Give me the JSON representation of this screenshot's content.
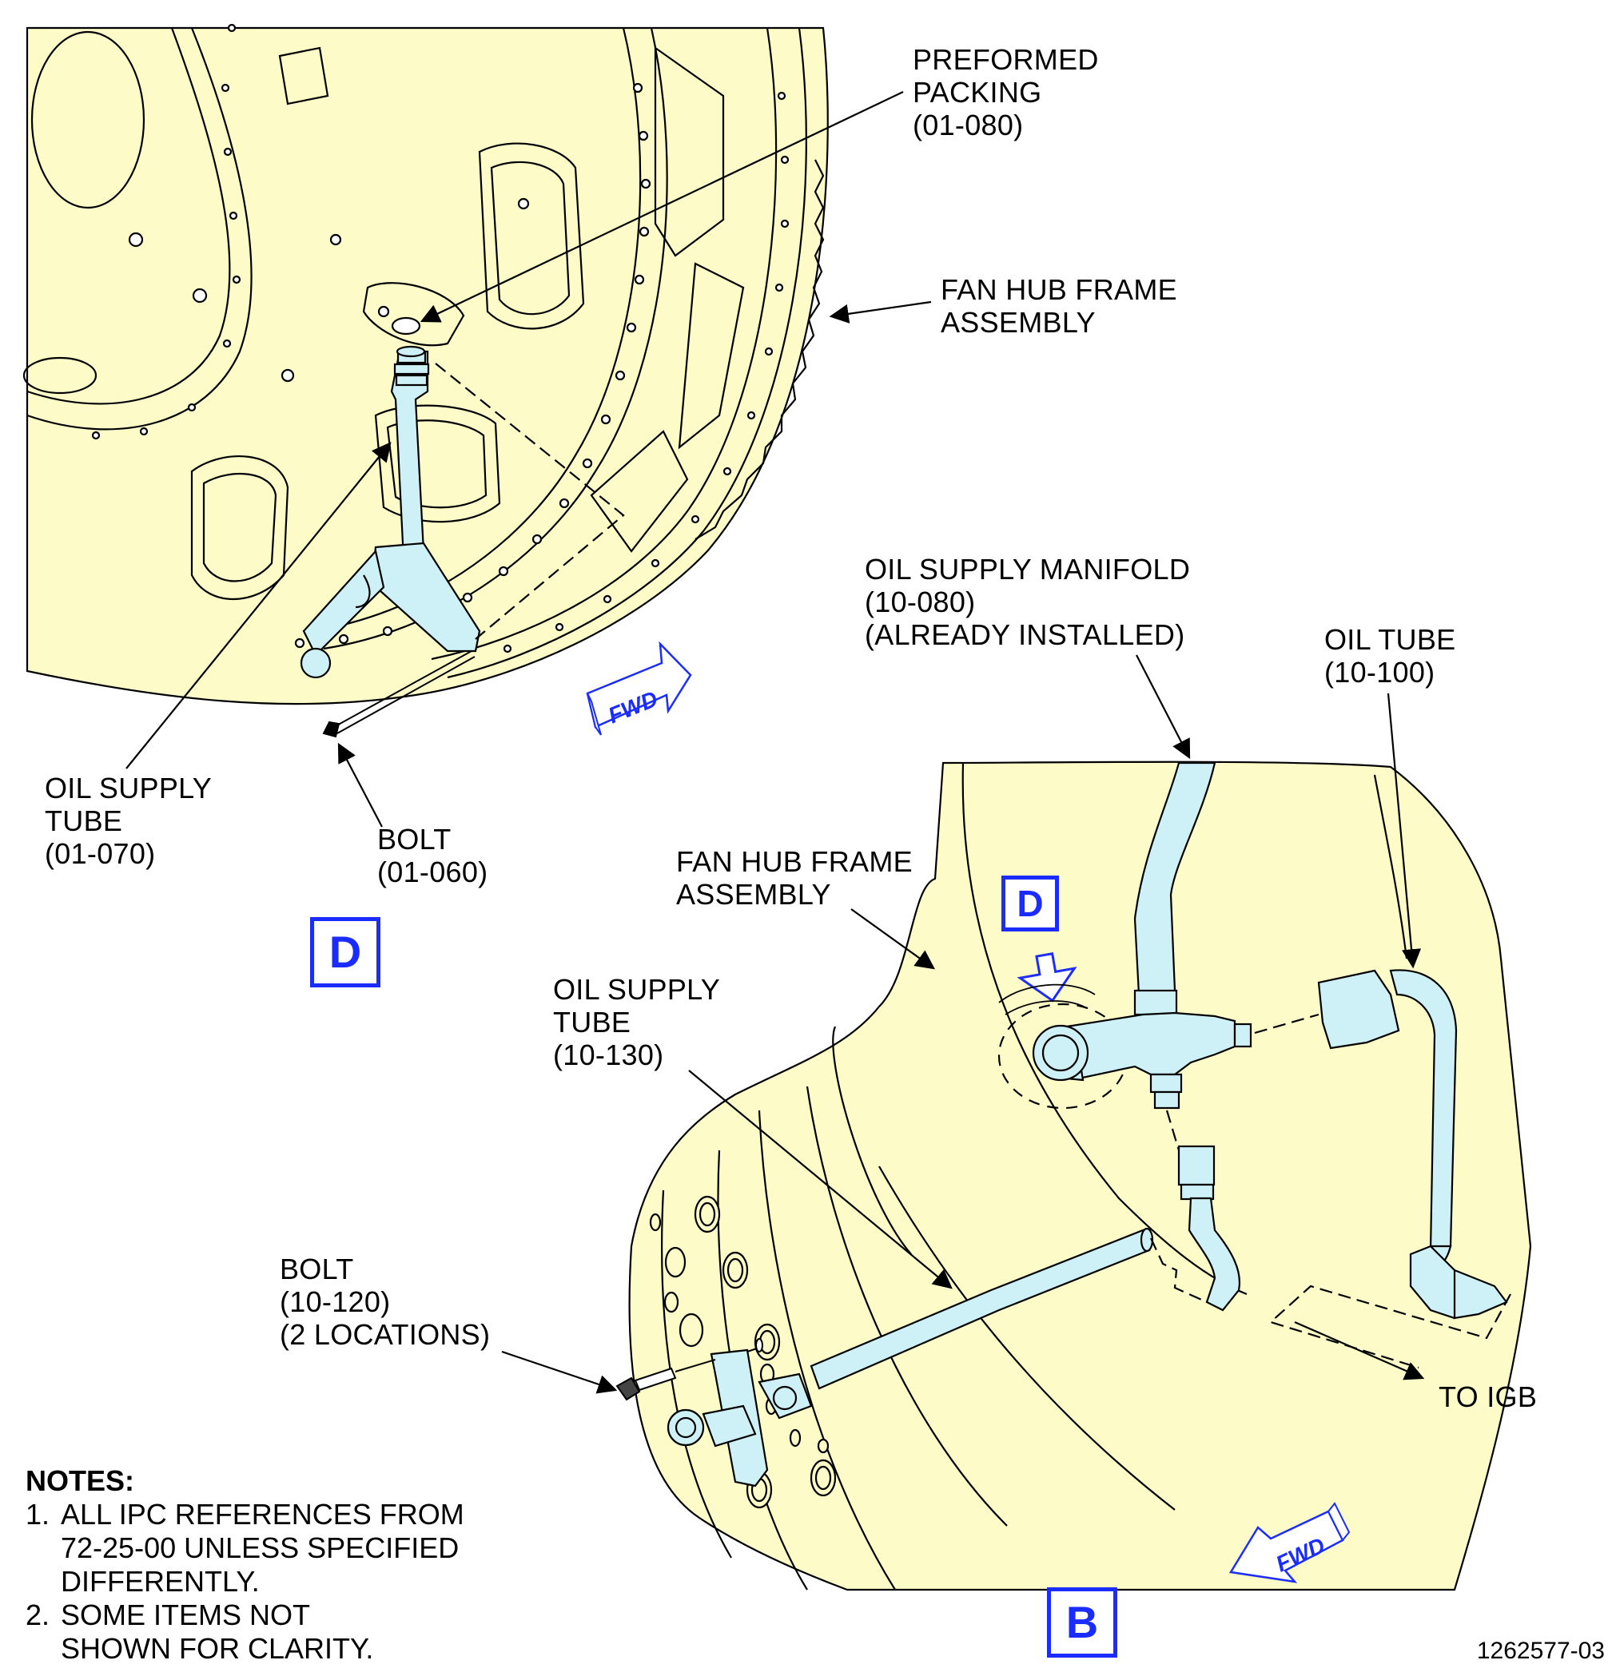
{
  "labels": {
    "preformed_packing": [
      "PREFORMED",
      "PACKING",
      "(01-080)"
    ],
    "fan_hub_frame_top": [
      "FAN HUB FRAME",
      "ASSEMBLY"
    ],
    "oil_supply_manifold": [
      "OIL SUPPLY MANIFOLD",
      "(10-080)",
      "(ALREADY INSTALLED)"
    ],
    "oil_tube": [
      "OIL TUBE",
      "(10-100)"
    ],
    "oil_supply_tube_top": [
      "OIL SUPPLY",
      "TUBE",
      "(01-070)"
    ],
    "bolt_top": [
      "BOLT",
      "(01-060)"
    ],
    "fan_hub_frame_bottom": [
      "FAN HUB FRAME",
      "ASSEMBLY"
    ],
    "oil_supply_tube_bottom": [
      "OIL SUPPLY",
      "TUBE",
      "(10-130)"
    ],
    "bolt_bottom": [
      "BOLT",
      "(10-120)",
      "(2 LOCATIONS)"
    ],
    "to_igb": "TO IGB"
  },
  "views": {
    "top_callout": "D",
    "detail_callout": "D",
    "bottom_callout": "B"
  },
  "direction_arrow": "FWD",
  "notes": {
    "heading": "NOTES:",
    "items": [
      {
        "num": "1.",
        "lines": [
          "ALL IPC REFERENCES FROM",
          "72-25-00 UNLESS SPECIFIED",
          "DIFFERENTLY."
        ]
      },
      {
        "num": "2.",
        "lines": [
          "SOME ITEMS NOT",
          "SHOWN FOR CLARITY."
        ]
      }
    ]
  },
  "figure_number": "1262577-03",
  "colors": {
    "part_fill": "#fdfbc8",
    "tube_fill": "#cdf1f6",
    "callout_blue": "#1a2cff",
    "line": "#000000"
  }
}
